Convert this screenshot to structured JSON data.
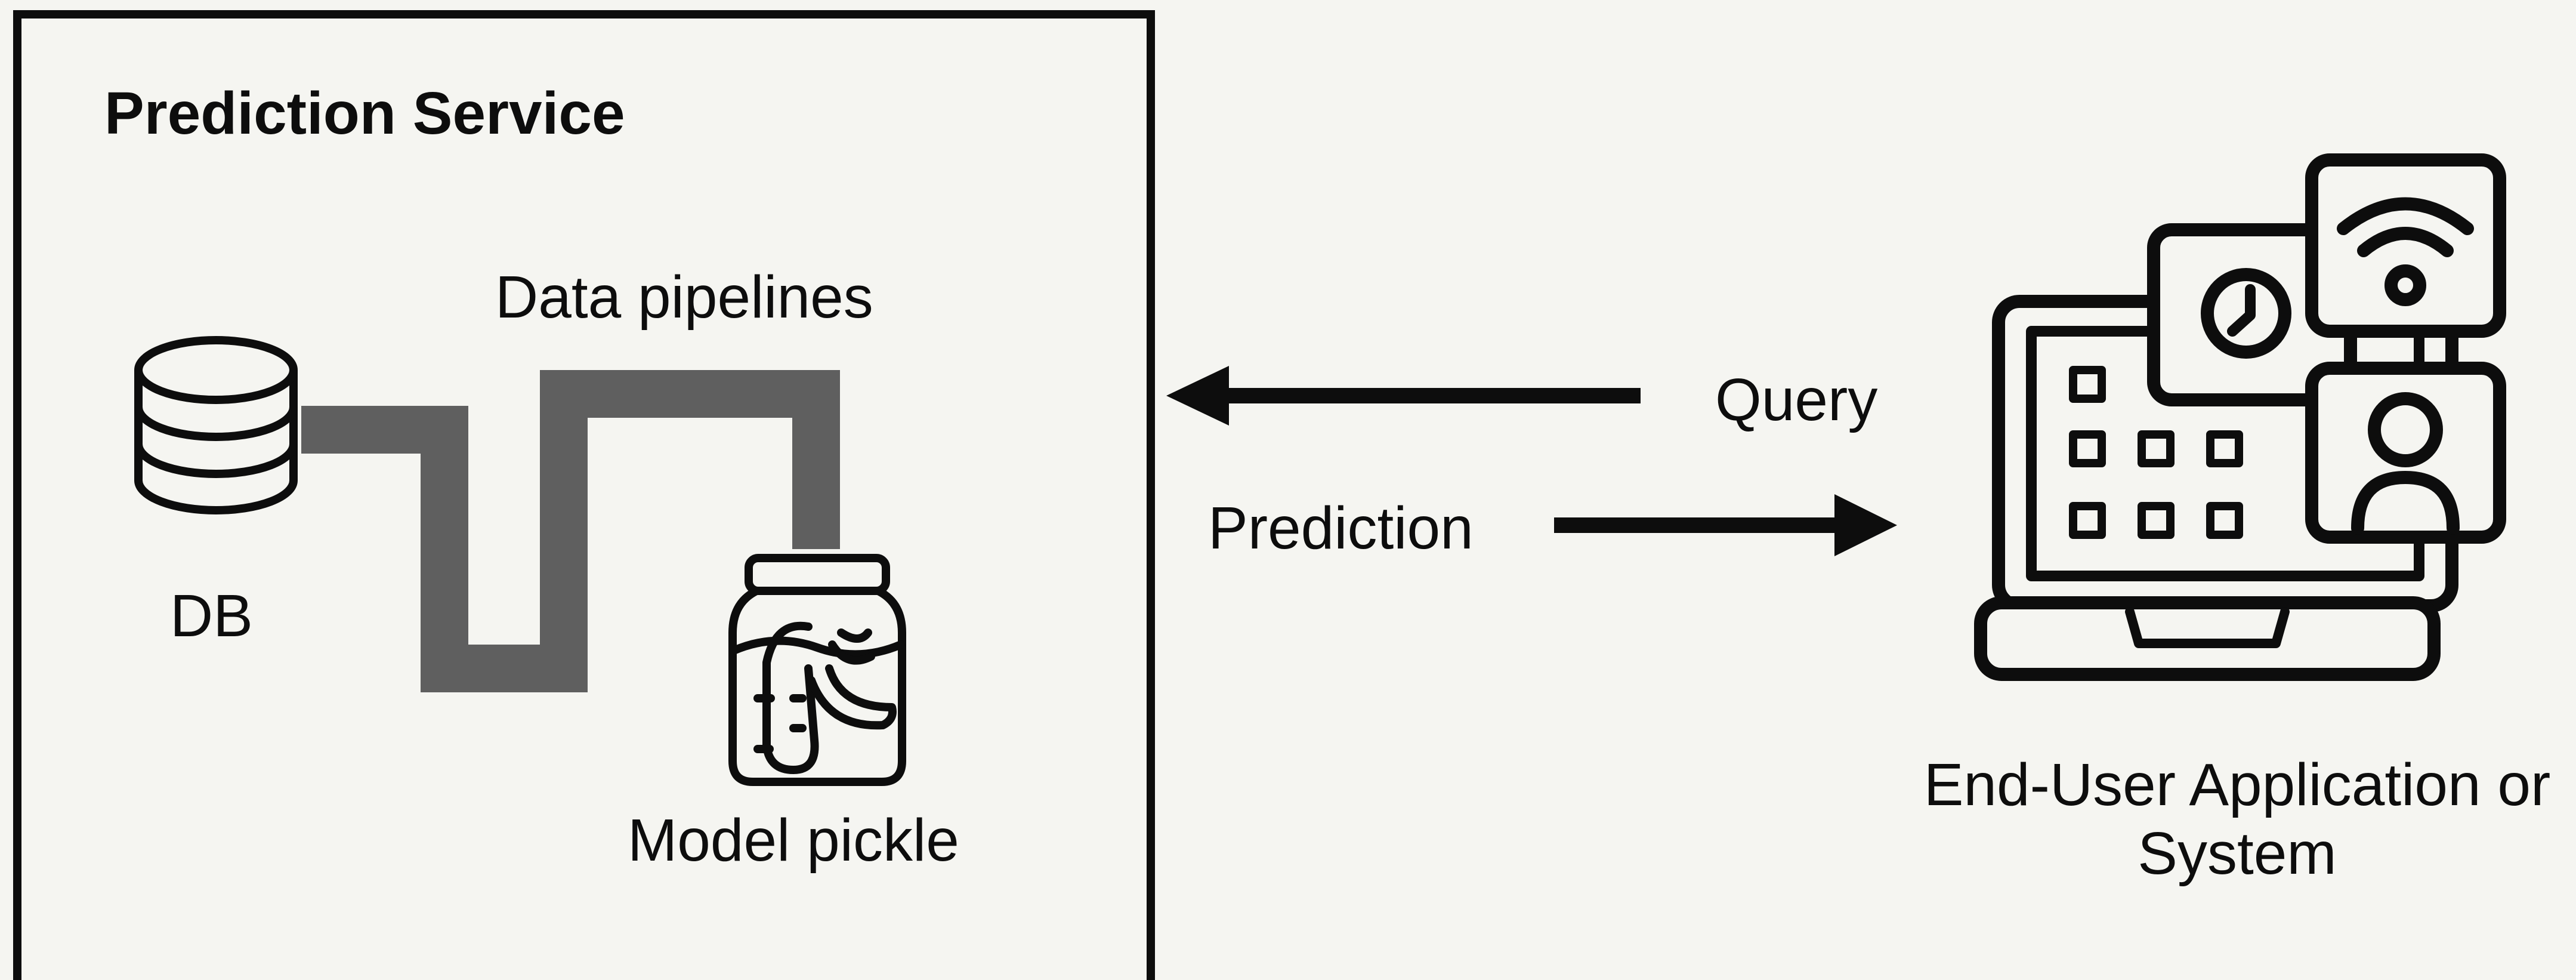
{
  "service": {
    "title": "Prediction Service"
  },
  "components": {
    "db_label": "DB",
    "pipelines_label": "Data pipelines",
    "pickle_label": "Model pickle"
  },
  "flows": {
    "query_label": "Query",
    "prediction_label": "Prediction"
  },
  "client": {
    "title": "End-User Application or System"
  },
  "icons": {
    "database": "database-icon",
    "pickle_jar": "pickle-jar-icon",
    "laptop_devices": "laptop-devices-icon"
  },
  "colors": {
    "background": "#f5f5f1",
    "ink": "#0d0d0d",
    "pipe": "#5f5f5f"
  }
}
